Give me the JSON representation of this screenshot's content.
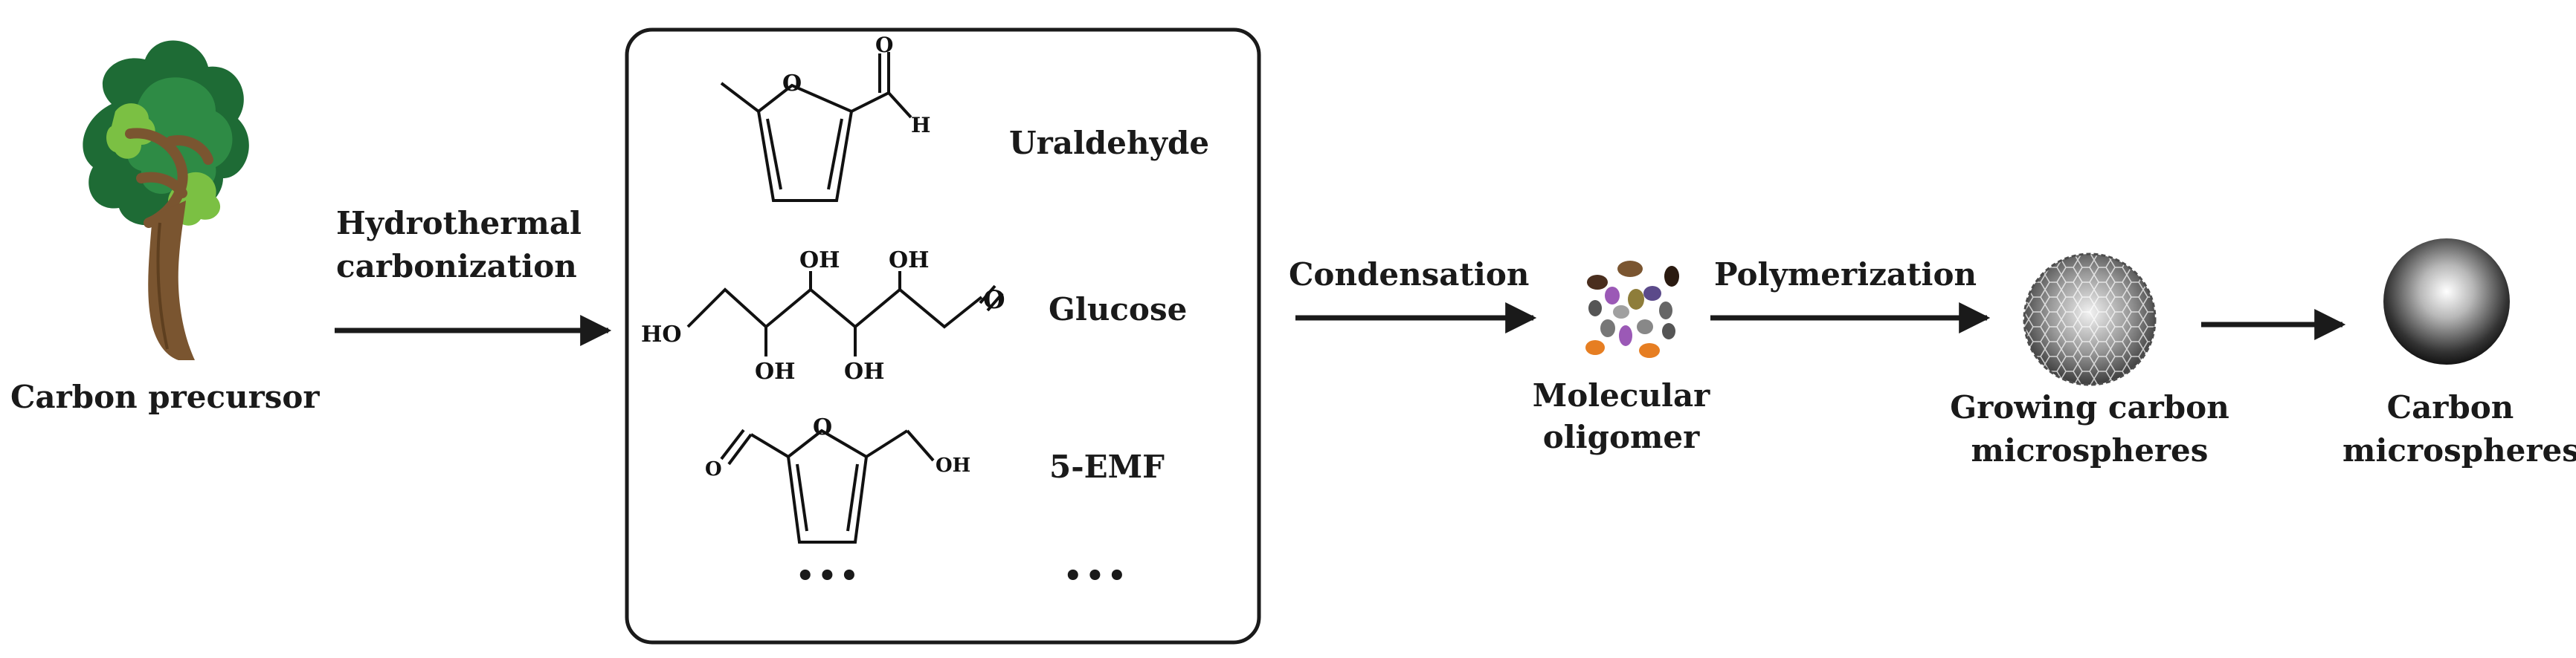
{
  "steps": {
    "precursor": "Carbon precursor",
    "hydro_line1": "Hydrothermal",
    "hydro_line2": "carbonization",
    "condensation": "Condensation",
    "oligomer_line1": "Molecular",
    "oligomer_line2": "oligomer",
    "polymerization": "Polymerization",
    "growing_line1": "Growing carbon",
    "growing_line2": "microspheres",
    "final_line1": "Carbon",
    "final_line2": "microspheres"
  },
  "compounds": [
    {
      "name": "Uraldehyde"
    },
    {
      "name": "Glucose"
    },
    {
      "name": "5-EMF"
    }
  ],
  "ellipsis": "•••",
  "atoms": {
    "O": "O",
    "H": "H",
    "OH": "OH",
    "HO": "HO"
  },
  "colors": {
    "ink": "#1a1a1a",
    "tree_trunk": "#7a5530",
    "leaf_dark": "#1e6b35",
    "leaf_mid": "#2e8b45",
    "leaf_light": "#7bc043"
  },
  "icons": [
    "tree-icon",
    "oligomer-icon",
    "growing-sphere-icon",
    "carbon-sphere-icon"
  ]
}
